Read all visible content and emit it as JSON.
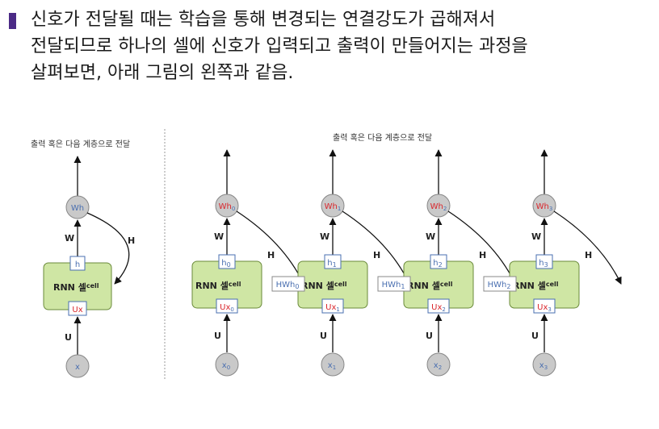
{
  "paragraph": {
    "line1": "신호가 전달될 때는 학습을 통해 변경되는 연결강도가 곱해져서",
    "line2": "전달되므로 하나의 셀에 신호가 입력되고 출력이 만들어지는 과정을",
    "line3": "살펴보면, 아래 그림의 왼쪽과 같음."
  },
  "diagram": {
    "caption_left": "출력 혹은 다음 계층으로 전달",
    "caption_right": "출력 혹은 다음 계층으로 전달",
    "left": {
      "output": "Wh",
      "w_label": "W",
      "h_label": "H",
      "h_box": "h",
      "cell_label": "RNN 셀",
      "cell_sub": "cell",
      "ux_box": "Ux",
      "u_label": "U",
      "input": "x"
    },
    "right": {
      "w_label": "W",
      "h_label": "H",
      "u_label": "U",
      "cell_label": "RNN 셀",
      "cell_sub": "cell",
      "steps": [
        {
          "out": "Wh",
          "out_sub": "0",
          "h": "h",
          "h_sub": "0",
          "ux": "Ux",
          "ux_sub": "0",
          "x": "x",
          "x_sub": "0"
        },
        {
          "out": "Wh",
          "out_sub": "1",
          "h": "h",
          "h_sub": "1",
          "ux": "Ux",
          "ux_sub": "1",
          "x": "x",
          "x_sub": "1"
        },
        {
          "out": "Wh",
          "out_sub": "2",
          "h": "h",
          "h_sub": "2",
          "ux": "Ux",
          "ux_sub": "2",
          "x": "x",
          "x_sub": "2"
        },
        {
          "out": "Wh",
          "out_sub": "3",
          "h": "h",
          "h_sub": "3",
          "ux": "Ux",
          "ux_sub": "3",
          "x": "x",
          "x_sub": "3"
        }
      ],
      "transfers": [
        {
          "text": "HWh",
          "sub": "0"
        },
        {
          "text": "HWh",
          "sub": "1"
        },
        {
          "text": "HWh",
          "sub": "2"
        }
      ]
    },
    "colors": {
      "cell_fill": "#cfe6a4",
      "cell_stroke": "#6a8a3a",
      "node_fill": "#c9c9c9",
      "accent_red": "#d9262c",
      "accent_blue": "#4a6fb0",
      "bullet": "#4b2a86"
    }
  }
}
